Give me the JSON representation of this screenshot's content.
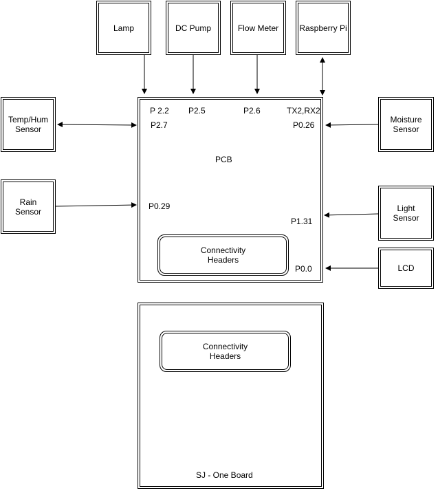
{
  "nodes": {
    "lamp": "Lamp",
    "dc_pump": "DC Pump",
    "flow_meter": "Flow Meter",
    "raspberry_pi": "Raspberry Pi",
    "temp_hum_sensor": "Temp/Hum\nSensor",
    "moisture_sensor": "Moisture\nSensor",
    "rain_sensor": "Rain\nSensor",
    "light_sensor": "Light\nSensor",
    "lcd": "LCD",
    "pcb": "PCB",
    "pcb_headers": "Connectivity\nHeaders",
    "sj_headers": "Connectivity\nHeaders",
    "sj_one_board": "SJ - One Board"
  },
  "pins": {
    "p2_2": "P 2.2",
    "p2_5": "P2.5",
    "p2_6": "P2.6",
    "tx2_rx2": "TX2,RX2",
    "p2_7": "P2.7",
    "p0_26": "P0.26",
    "p0_29": "P0.29",
    "p1_31": "P1.31",
    "p0_0": "P0.0"
  },
  "colors": {
    "stroke": "#000000",
    "fill": "#ffffff"
  }
}
